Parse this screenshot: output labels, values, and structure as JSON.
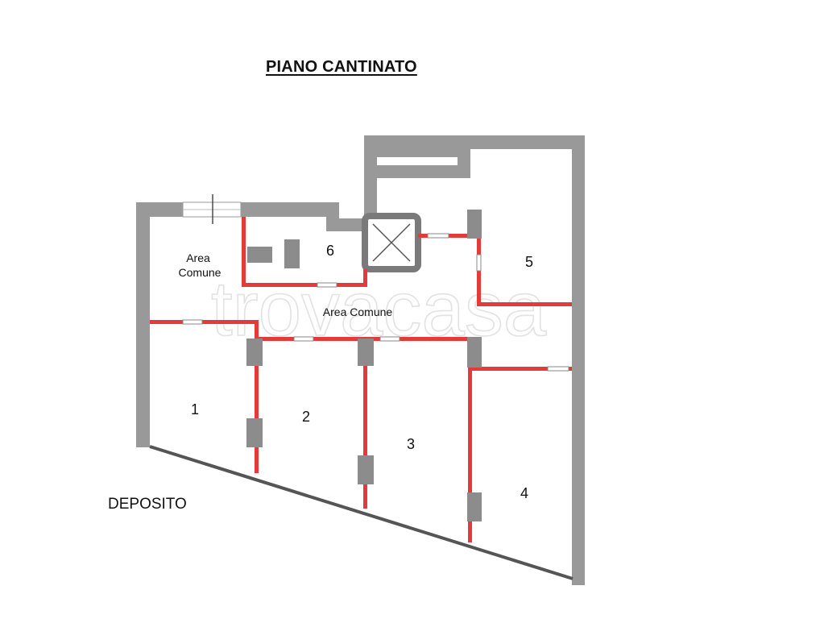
{
  "title": "PIANO CANTINATO",
  "rooms": {
    "r1": "1",
    "r2": "2",
    "r3": "3",
    "r4": "4",
    "r5": "5",
    "r6": "6"
  },
  "areas": {
    "area_comune_left_line1": "Area",
    "area_comune_left_line2": "Comune",
    "area_comune_center": "Area Comune"
  },
  "deposito": "DEPOSITO",
  "watermark": "trovacasa",
  "colors": {
    "wall": "#999999",
    "partition": "#e53a3a",
    "pillar": "#8c8c8c"
  }
}
